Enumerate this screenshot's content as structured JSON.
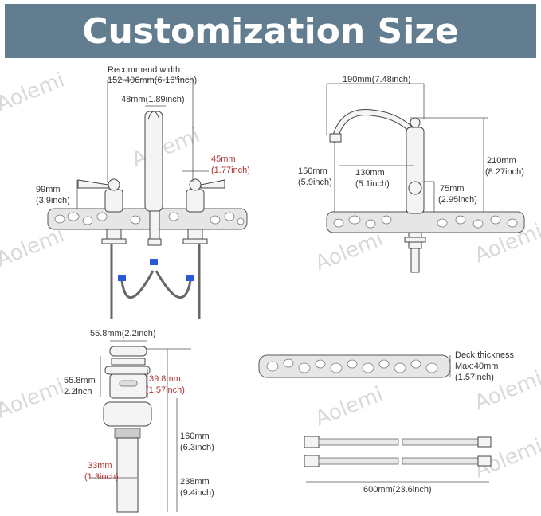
{
  "header": {
    "title": "Customization Size"
  },
  "watermark": "Aolemi",
  "labels": {
    "recommend_width_l1": "Recommend width:",
    "recommend_width_l2": "152-406mm(6-16\"inch)",
    "spout_width": "48mm(1.89inch)",
    "handle_height_mm": "45mm",
    "handle_height_in": "(1.77inch)",
    "handle_total_mm": "99mm",
    "handle_total_in": "(3.9inch)",
    "reach_width": "190mm(7.48inch)",
    "height_total_mm": "210mm",
    "height_total_in": "(8.27inch)",
    "spout_height_mm": "150mm",
    "spout_height_in": "(5.9inch)",
    "spout_reach_mm": "130mm",
    "spout_reach_in": "(5.1inch)",
    "handle_base_mm": "75mm",
    "handle_base_in": "(2.95inch)",
    "drain_top": "55.8mm(2.2inch)",
    "drain_cap_mm": "55.8mm",
    "drain_cap_in": "2.2inch",
    "drain_body_mm": "39.8mm",
    "drain_body_in": "(1.57inch)",
    "drain_pipe_mm": "160mm",
    "drain_pipe_in": "(6.3inch)",
    "drain_dia_mm": "33mm",
    "drain_dia_in": "(1.3inch)",
    "drain_total_mm": "238mm",
    "drain_total_in": "(9.4inch)",
    "deck_l1": "Deck thickness",
    "deck_l2": "Max:40mm",
    "deck_l3": "(1.57inch)",
    "hose_length": "600mm(23.6inch)"
  },
  "colors": {
    "banner": "#627d8f",
    "accent_red": "#b03030",
    "hose_connector": "#2a5bd7"
  }
}
